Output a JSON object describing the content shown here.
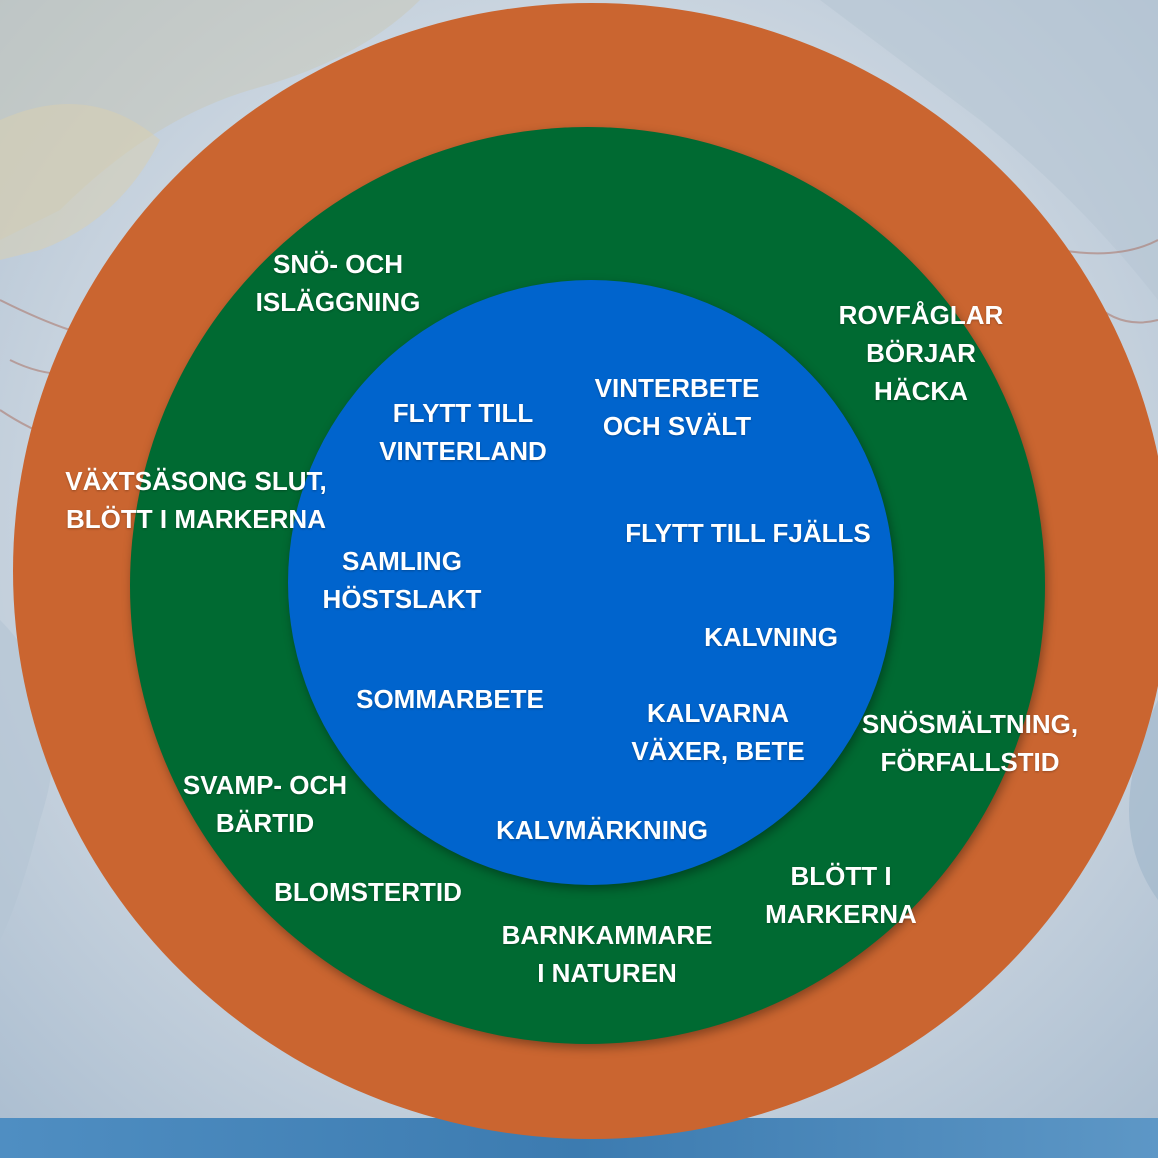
{
  "colors": {
    "outer_ring": "#CA6530",
    "middle_ring": "#006A32",
    "inner_circle": "#0064CD",
    "text": "#FFFFFF",
    "bottom_band": "#3E7FB3"
  },
  "outer_ring": {
    "labels": [
      {
        "id": "sno-och-islaggning",
        "lines": [
          "SNÖ- OCH",
          "ISLÄGGNING"
        ]
      },
      {
        "id": "rovfaglar-borjar-hacka",
        "lines": [
          "ROVFÅGLAR",
          "BÖRJAR",
          "HÄCKA"
        ]
      },
      {
        "id": "vaxtsasong-slut",
        "lines": [
          "VÄXTSÄSONG SLUT,",
          "BLÖTT I MARKERNA"
        ]
      },
      {
        "id": "snosmaltning-forfallstid",
        "lines": [
          "SNÖSMÄLTNING,",
          "FÖRFALLSTID"
        ]
      },
      {
        "id": "svamp-och-bartid",
        "lines": [
          "SVAMP- OCH",
          "BÄRTID"
        ]
      },
      {
        "id": "blomstertid",
        "lines": [
          "BLOMSTERTID"
        ]
      },
      {
        "id": "blott-i-markerna",
        "lines": [
          "BLÖTT I",
          "MARKERNA"
        ]
      },
      {
        "id": "barnkammare-i-naturen",
        "lines": [
          "BARNKAMMARE",
          "I NATUREN"
        ]
      }
    ]
  },
  "inner_circle": {
    "labels": [
      {
        "id": "flytt-till-vinterland",
        "lines": [
          "FLYTT TILL",
          "VINTERLAND"
        ]
      },
      {
        "id": "vinterbete-och-svalt",
        "lines": [
          "VINTERBETE",
          "OCH SVÄLT"
        ]
      },
      {
        "id": "flytt-till-fjalls",
        "lines": [
          "FLYTT TILL FJÄLLS"
        ]
      },
      {
        "id": "samling-hostslakt",
        "lines": [
          "SAMLING",
          "HÖSTSLAKT"
        ]
      },
      {
        "id": "kalvning",
        "lines": [
          "KALVNING"
        ]
      },
      {
        "id": "sommarbete",
        "lines": [
          "SOMMARBETE"
        ]
      },
      {
        "id": "kalvarna-vaxer-bete",
        "lines": [
          "KALVARNA",
          "VÄXER, BETE"
        ]
      },
      {
        "id": "kalvmarkning",
        "lines": [
          "KALVMÄRKNING"
        ]
      }
    ]
  }
}
